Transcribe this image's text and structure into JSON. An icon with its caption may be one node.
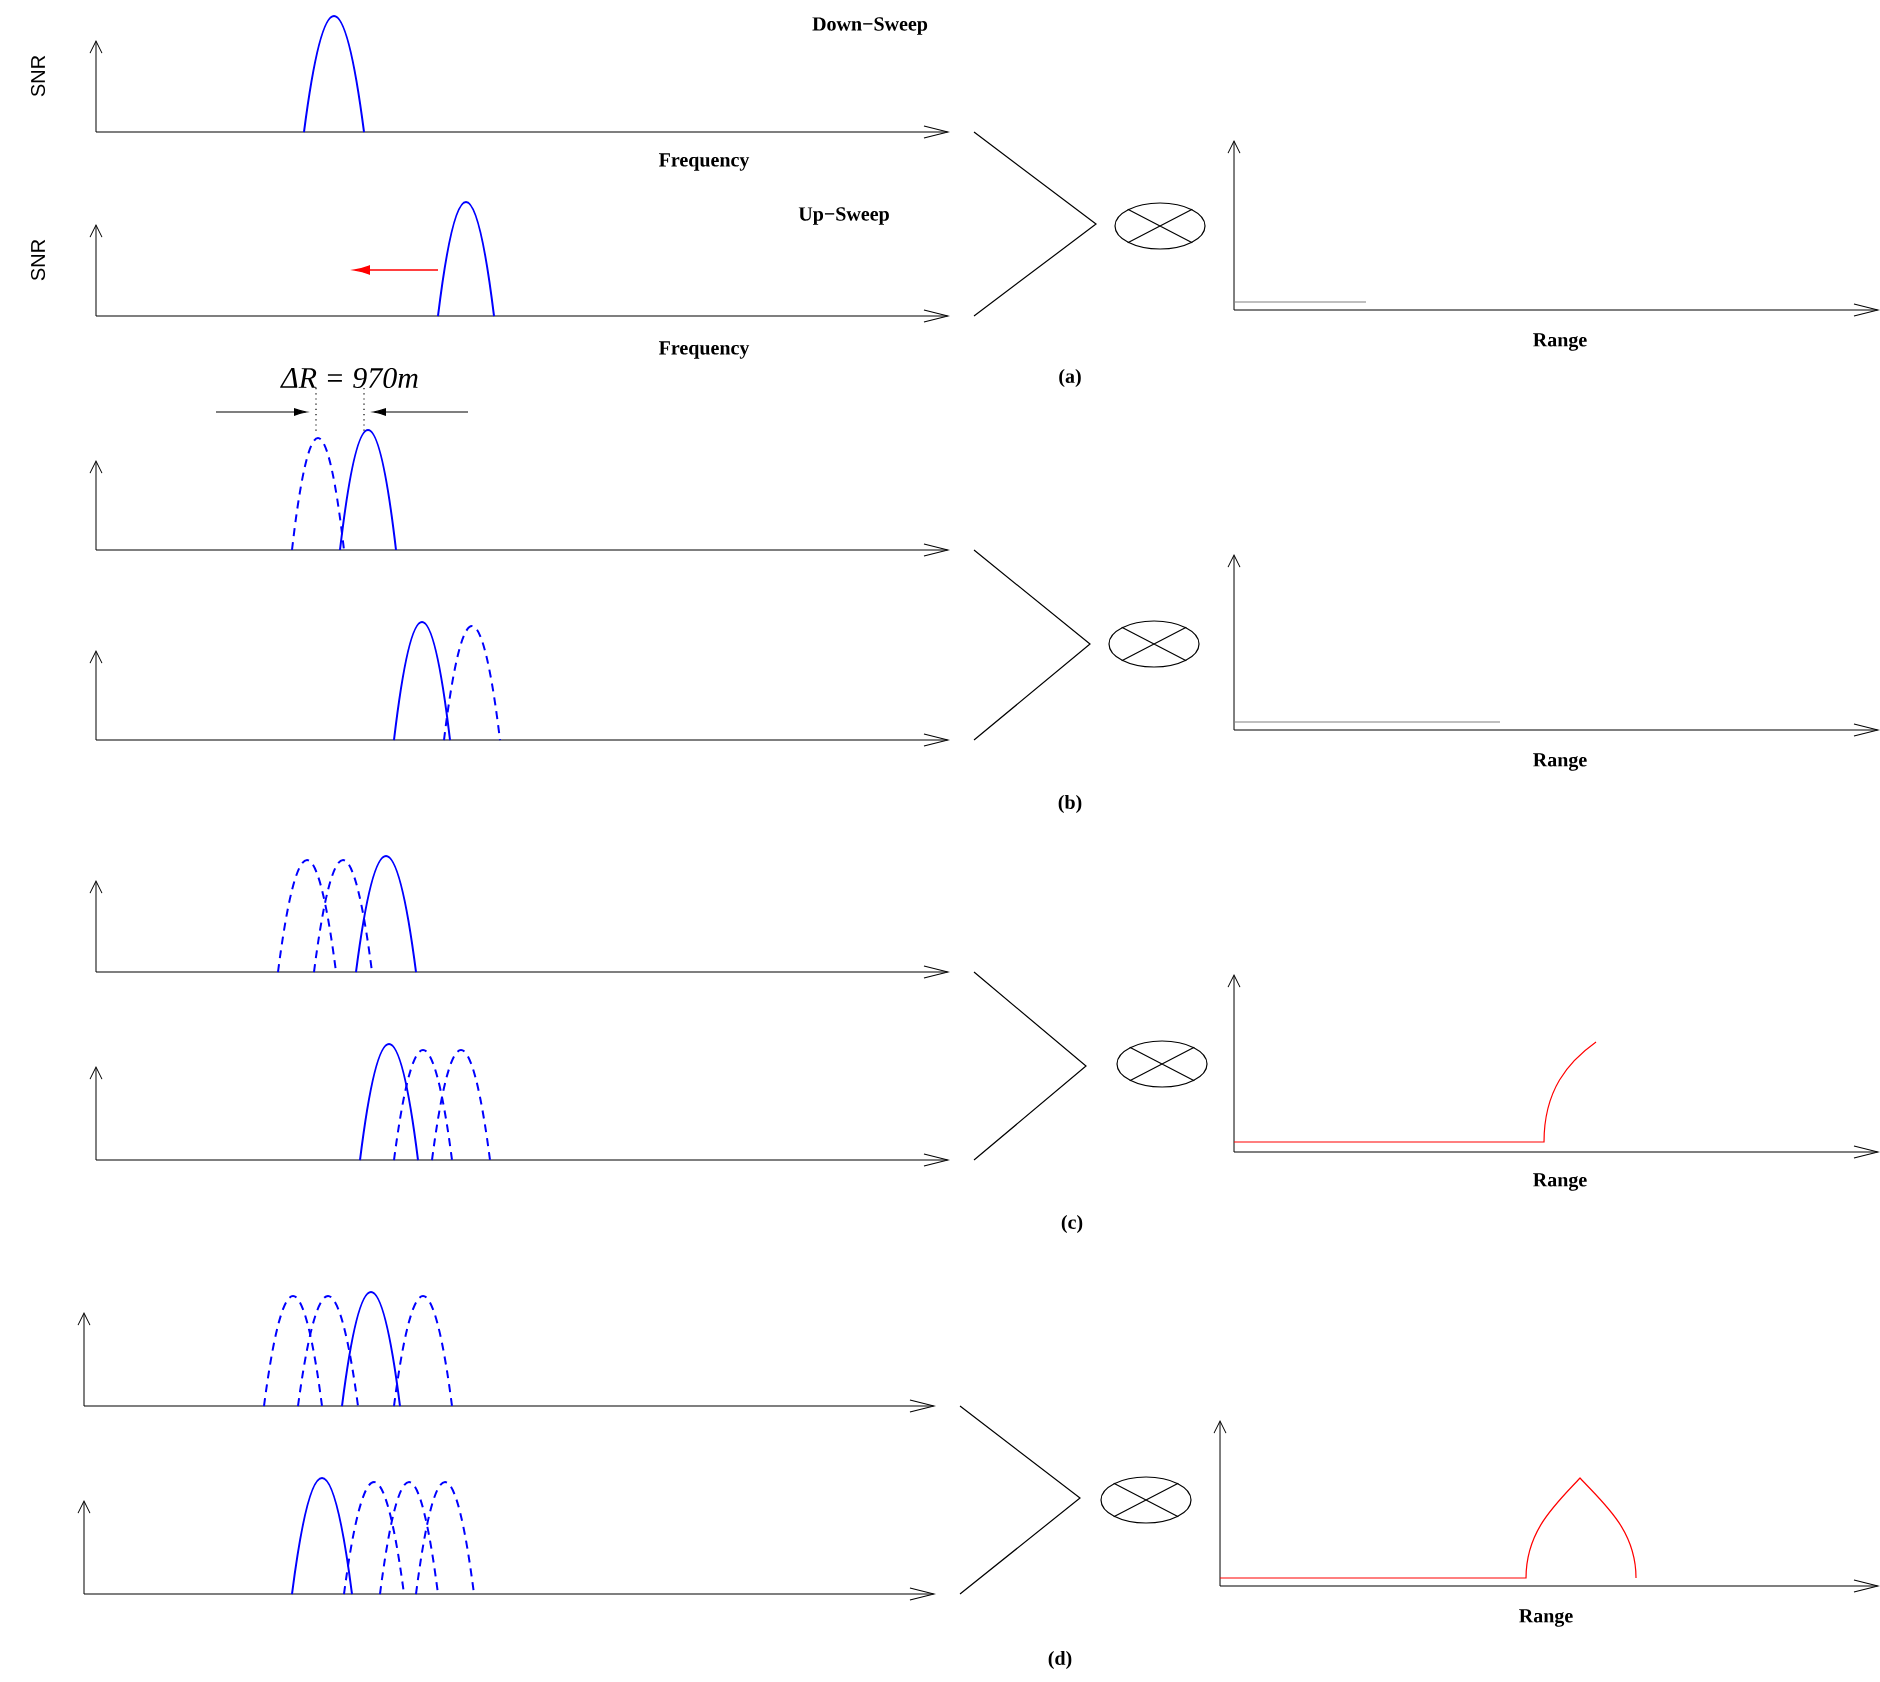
{
  "diagram": {
    "nodes": [
      {
        "text": [],
        "shape": "circle"
      },
      {
        "text": [],
        "shape": "circle"
      },
      {
        "text": [],
        "shape": "circle"
      },
      {
        "text": [],
        "shape": "circle"
      }
    ],
    "labels": [
      "Down−Sweep",
      "SNR",
      "Frequency",
      "Up−Sweep",
      "SNR",
      "Frequency",
      "Range",
      "(a)",
      "ΔR = 970m",
      "Range",
      "(b)",
      "Range",
      "(c)",
      "Range",
      "(d)"
    ]
  }
}
